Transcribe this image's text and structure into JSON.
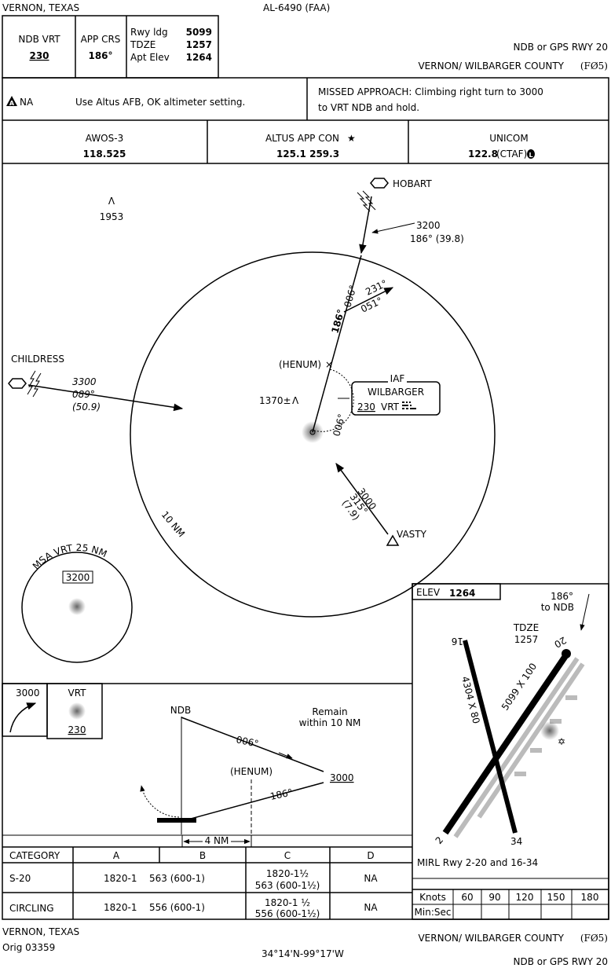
{
  "header": {
    "location": "VERNON, TEXAS",
    "procedure_id": "AL-6490 (FAA)",
    "title": "NDB or GPS RWY 20",
    "airport": "VERNON/ WILBARGER COUNTY",
    "airport_id": "(FØ5)"
  },
  "briefing": {
    "nav_label": "NDB VRT",
    "nav_freq": "230",
    "crs_label": "APP CRS",
    "crs_value": "186°",
    "rwy_ldg_label": "Rwy ldg",
    "rwy_ldg": "5099",
    "tdze_label": "TDZE",
    "tdze": "1257",
    "apt_elev_label": "Apt Elev",
    "apt_elev": "1264"
  },
  "notes": {
    "alt_symbol": "A",
    "alt_na": "NA",
    "altimeter": "Use Altus AFB, OK altimeter setting.",
    "missed_line1": "MISSED APPROACH:  Climbing right turn to 3000",
    "missed_line2": "to VRT NDB and hold."
  },
  "comms": [
    {
      "label": "AWOS-3",
      "freq": "118.525"
    },
    {
      "label": "ALTUS APP CON",
      "star": "★",
      "freq": "125.1  259.3"
    },
    {
      "label": "UNICOM",
      "freq": "122.8",
      "suffix": "(CTAF)",
      "badge": "L"
    }
  ],
  "plan": {
    "obstacle_1": "1953",
    "obstacle_2": "1370±",
    "hobart": "HOBART",
    "hobart_alt": "3200",
    "hobart_crs": "186° (39.8)",
    "childress": "CHILDRESS",
    "childress_alt": "3300",
    "childress_crs": "089°",
    "childress_dist": "(50.9)",
    "ring": "10 NM",
    "henum": "(HENUM)",
    "final_crs": "186°",
    "out_crs": "006°",
    "hold_in": "231°",
    "hold_out": "051°",
    "hold_ndb": "006°",
    "iaf": "IAF",
    "iaf_name": "WILBARGER",
    "iaf_freq": "230",
    "iaf_id": "VRT",
    "vasty": "VASTY",
    "vasty_alt": "3000",
    "vasty_crs": "315°",
    "vasty_dist": "(7.9)",
    "msa_label": "MSA VRT 25 NM",
    "msa_alt": "3200"
  },
  "profile": {
    "hold_alt": "3000",
    "hold_fix": "VRT",
    "hold_freq": "230",
    "ndb": "NDB",
    "remain_1": "Remain",
    "remain_2": "within 10 NM",
    "out_crs": "006°",
    "alt": "3000",
    "henum": "(HENUM)",
    "in_crs": "186°",
    "dist": "4 NM"
  },
  "minimums": {
    "headers": [
      "CATEGORY",
      "A",
      "B",
      "C",
      "D"
    ],
    "rows": [
      {
        "category": "S-20",
        "ab": "1820-1",
        "ab_sub": "563 (600-1)",
        "c": "1820-1½",
        "c_sub": "563 (600-1½)",
        "d": "NA"
      },
      {
        "category": "CIRCLING",
        "ab": "1820-1",
        "ab_sub": "556 (600-1)",
        "c": "1820-1 ½",
        "c_sub": "556 (600-1½)",
        "d": "NA"
      }
    ]
  },
  "airport_diagram": {
    "elev_label": "ELEV",
    "elev": "1264",
    "crs_note_1": "186°",
    "crs_note_2": "to NDB",
    "tdze_label": "TDZE",
    "tdze": "1257",
    "rwy_16": "16",
    "rwy_34": "34",
    "rwy_2": "2",
    "rwy_20": "20",
    "rwy_16_dims": "4304 X 80",
    "rwy_2_dims": "5099 X 100",
    "lighting": "MIRL Rwy 2-20 and 16-34",
    "knots_label": "Knots",
    "minsec_label": "Min:Sec",
    "knots": [
      "60",
      "90",
      "120",
      "150",
      "180"
    ]
  },
  "footer": {
    "location": "VERNON, TEXAS",
    "amendment": "Orig 03359",
    "coords": "34°14'N-99°17'W",
    "airport": "VERNON/ WILBARGER COUNTY",
    "airport_id": "(FØ5)",
    "title": "NDB or GPS RWY 20"
  },
  "colors": {
    "ink": "#000000",
    "taxiway": "#bbbbbb"
  }
}
